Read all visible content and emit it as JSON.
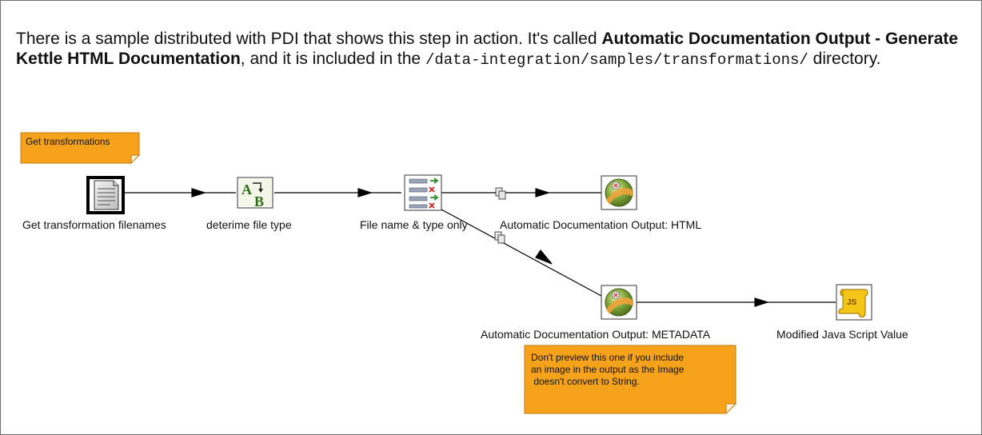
{
  "intro": {
    "text_before": "There is a sample distributed with PDI that shows this step in action. It's called ",
    "sample_name": "Automatic Documentation Output - Generate Kettle HTML Documentation",
    "text_middle": ", and it is included in the ",
    "path": "/data-integration/samples/transformations/",
    "text_after": " directory."
  },
  "notes": {
    "top": "Get transformations",
    "bottom_lines": [
      "Don't preview this one if you include",
      "an image in the output as the Image",
      " doesn't convert to String."
    ]
  },
  "steps": {
    "get_filenames": "Get transformation filenames",
    "file_type": "deterime file type",
    "select_values": "File name & type only",
    "doc_html": "Automatic Documentation Output: HTML",
    "doc_metadata": "Automatic Documentation Output: METADATA",
    "js_value": "Modified Java Script Value"
  },
  "icons": {
    "get_filenames": "document-icon",
    "file_type": "ab-transform-icon",
    "select_values": "select-values-icon",
    "doc_html": "documentation-output-icon",
    "doc_metadata": "documentation-output-icon",
    "js_value": "javascript-scroll-icon"
  },
  "icon_text": {
    "ab_a": "A",
    "ab_b": "B",
    "js": "JS"
  },
  "colors": {
    "note_fill": "#f7a21b",
    "hop": "#000000"
  }
}
